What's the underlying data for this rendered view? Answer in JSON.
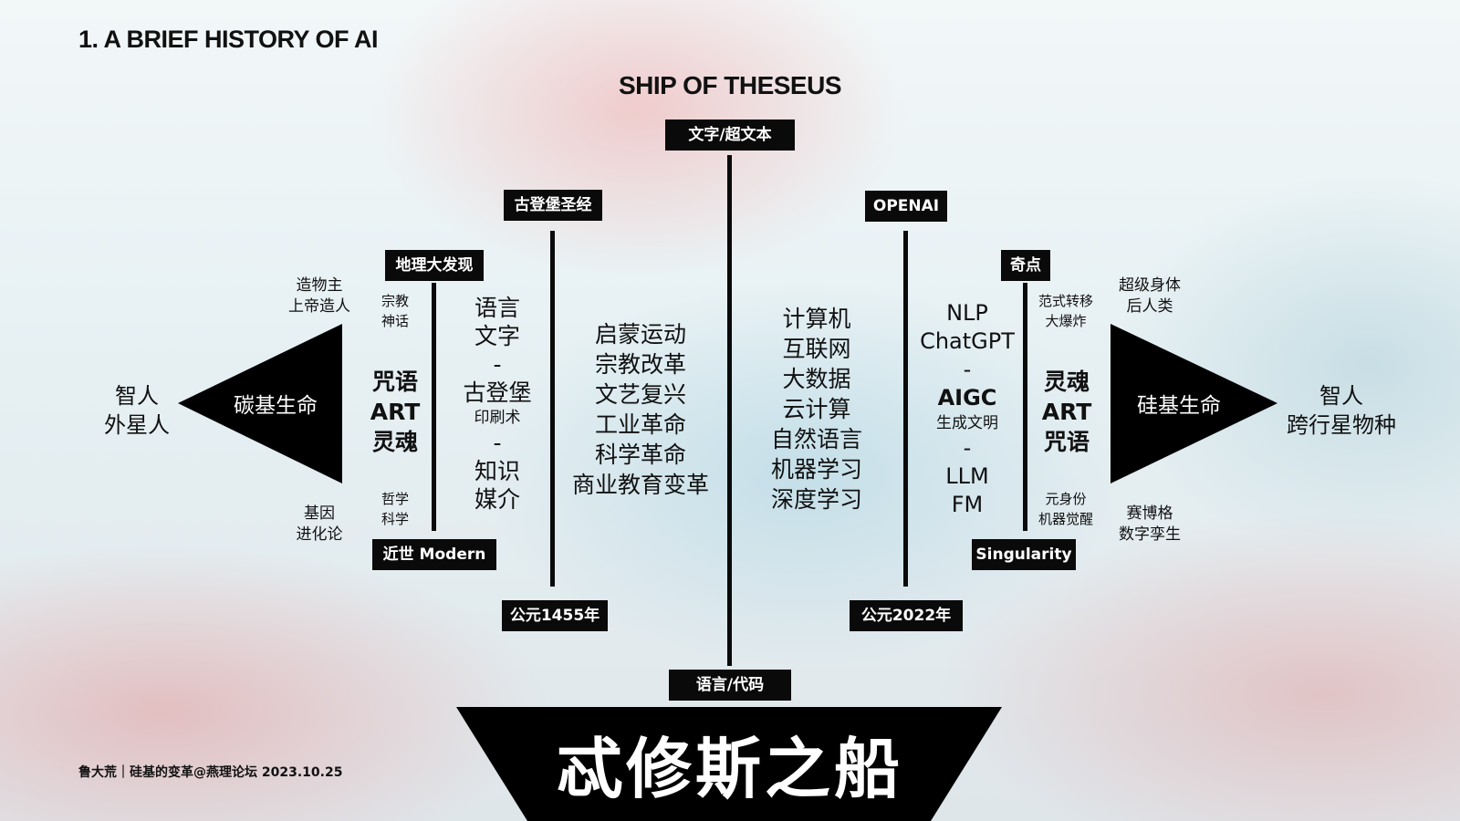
{
  "header": {
    "title": "1. A BRIEF HISTORY OF AI",
    "subtitle": "SHIP OF THESEUS"
  },
  "center": {
    "top_tag": "文字/超文本",
    "bottom_tag": "语言/代码"
  },
  "left": {
    "triangle_label": "碳基生命",
    "far_label": [
      "智人",
      "外星人"
    ],
    "top_note": [
      "造物主",
      "上帝造人"
    ],
    "bottom_note": [
      "基因",
      "进化论"
    ],
    "modern_top_tag": "地理大发现",
    "modern_bottom_tag": "近世 Modern",
    "modern_top_small": [
      "宗教",
      "神话"
    ],
    "modern_mid": [
      "咒语",
      "ART",
      "灵魂"
    ],
    "modern_bottom_small": [
      "哲学",
      "科学"
    ],
    "media_list": [
      "语言",
      "文字",
      "-",
      "古登堡",
      "印刷术",
      "-",
      "知识",
      "媒介"
    ],
    "gutenberg_top_tag": "古登堡圣经",
    "gutenberg_bottom_tag": "公元1455年",
    "revolution_list": [
      "启蒙运动",
      "宗教改革",
      "文艺复兴",
      "工业革命",
      "科学革命",
      "商业教育变革"
    ]
  },
  "right": {
    "tech_list": [
      "计算机",
      "互联网",
      "大数据",
      "云计算",
      "自然语言",
      "机器学习",
      "深度学习"
    ],
    "openai_top_tag": "OPENAI",
    "openai_bottom_tag": "公元2022年",
    "ai_list": [
      "NLP",
      "ChatGPT",
      "-",
      "AIGC",
      "生成文明",
      "-",
      "LLM",
      "FM"
    ],
    "singularity_top_tag": "奇点",
    "singularity_bottom_tag": "Singularity",
    "sing_top_small": [
      "范式转移",
      "大爆炸"
    ],
    "sing_mid": [
      "灵魂",
      "ART",
      "咒语"
    ],
    "sing_bottom_small": [
      "元身份",
      "机器觉醒"
    ],
    "top_note": [
      "超级身体",
      "后人类"
    ],
    "bottom_note": [
      "赛博格",
      "数字孪生"
    ],
    "triangle_label": "硅基生命",
    "far_label": [
      "智人",
      "跨行星物种"
    ]
  },
  "ship_label": "忒修斯之船",
  "footer": "鲁大荒｜硅基的变革@燕理论坛 2023.10.25"
}
